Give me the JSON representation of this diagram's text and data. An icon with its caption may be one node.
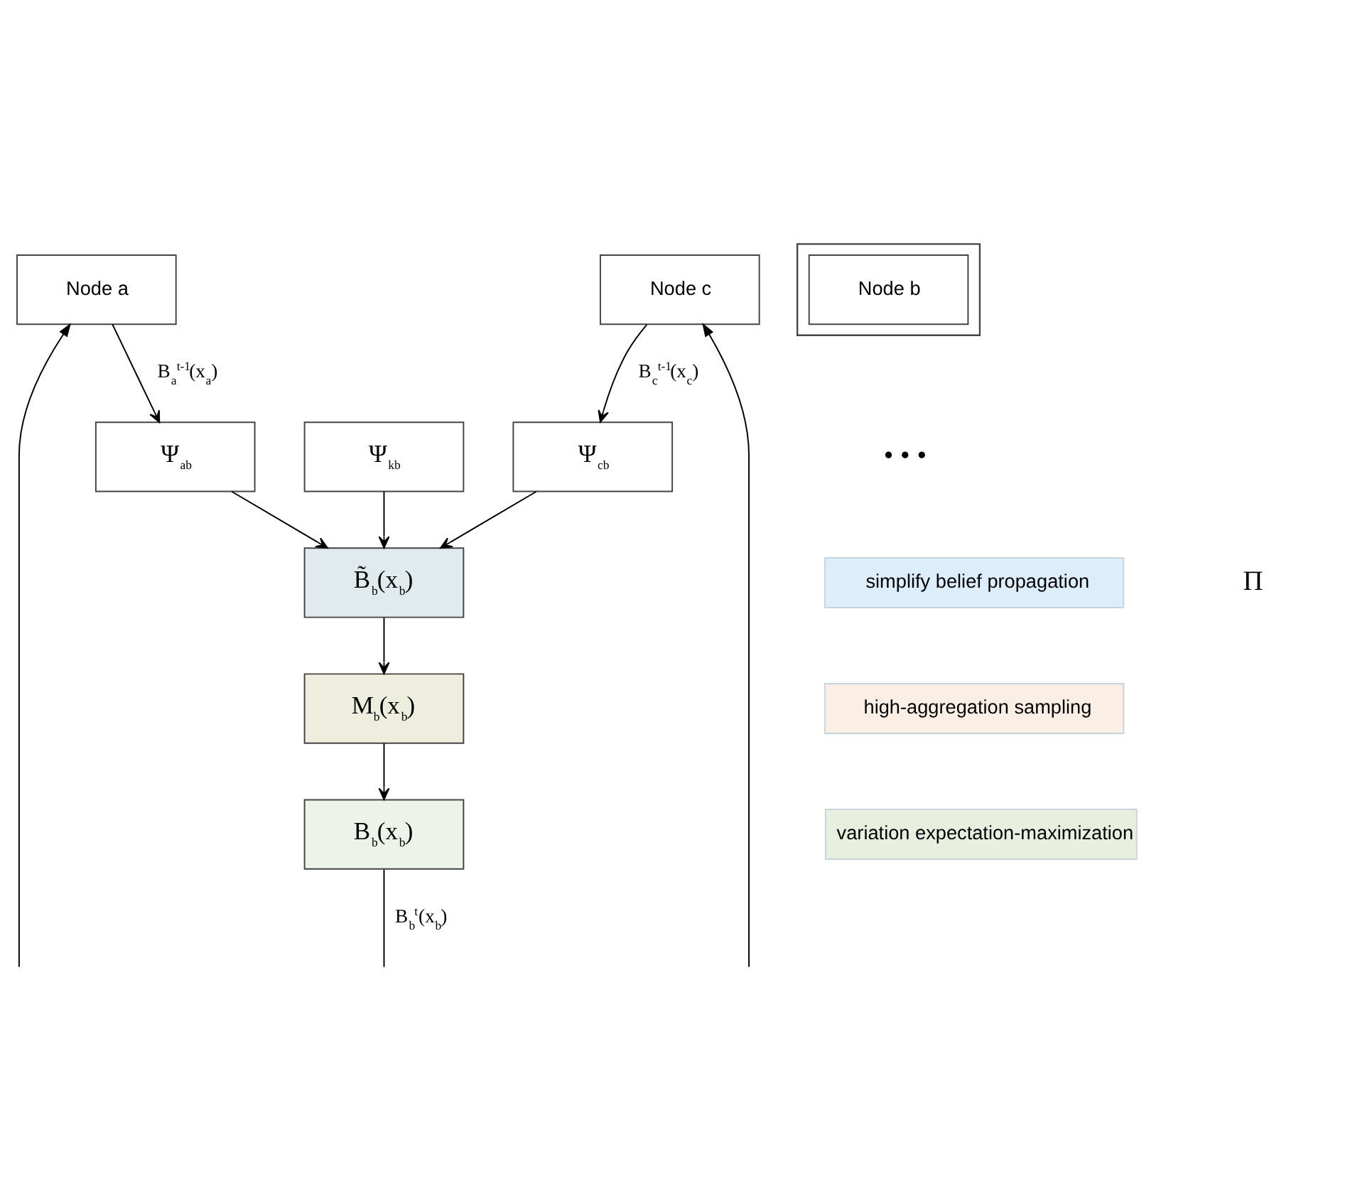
{
  "diagram": {
    "nodes": [
      {
        "text": [
          "Node a"
        ]
      },
      {
        "text": [
          "Node c"
        ]
      },
      {
        "text": [
          "simplify belief propagation"
        ]
      },
      {
        "text": [],
        "shape": "box"
      },
      {
        "text": [
          "Ψ$_{ab}$"
        ]
      },
      {
        "text": [
          "Ψ$_{cb}$"
        ]
      },
      {
        "text": [
          "Ψ$_{kb}$"
        ]
      },
      {
        "text": [
          "B̃$_{b}$(x$_{b}$)"
        ]
      },
      {
        "text": [
          "high-aggregation sampling"
        ]
      },
      {
        "text": [
          "M$_{b}$(x$_{b}$)"
        ]
      },
      {
        "text": [
          "variation expectation-maximization"
        ]
      },
      {
        "text": [
          "B$_{b}$(x$_{b}$)"
        ]
      },
      {
        "text": [
          "Node b"
        ],
        "in": 3
      }
    ],
    "edges": [
      {
        "from": 0,
        "to": 4,
        "arrow": "to",
        "label": "B$_{a}$$^{t-1}$(x$_{a}$)"
      },
      {
        "from": 1,
        "to": 5,
        "arrow": "to",
        "label": "B$_{c}$$^{t-1}$(x$_{c}$)"
      },
      {
        "from": 4,
        "to": 7,
        "arrow": "to"
      },
      {
        "from": 5,
        "to": 7,
        "arrow": "to"
      },
      {
        "from": 6,
        "to": 7,
        "arrow": "to"
      },
      {
        "from": 7,
        "to": 9,
        "arrow": "to"
      },
      {
        "from": 9,
        "to": 11,
        "arrow": "to"
      },
      {
        "from": 11,
        "to": null,
        "arrow": "none",
        "label": "B$_{b}$$^{t}$(x$_{b}$)"
      },
      {
        "from": null,
        "to": 0,
        "arrow": "to"
      },
      {
        "from": null,
        "to": 1,
        "arrow": "to"
      }
    ],
    "labels": [
      "• • •",
      "Π"
    ]
  }
}
